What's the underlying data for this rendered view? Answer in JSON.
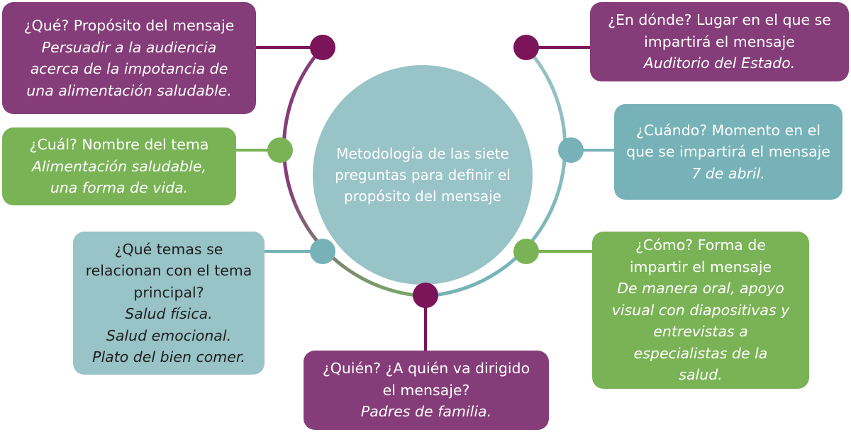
{
  "colors": {
    "purple": "#853d79",
    "dark_purple": "#7b1458",
    "green": "#7ab356",
    "teal": "#76b2b7",
    "light_teal": "#98c3c7",
    "center": "#98c3c7"
  },
  "center": {
    "lines": [
      "Metodología de las siete",
      "preguntas para definir el",
      "propósito del mensaje"
    ]
  },
  "boxes": {
    "que": {
      "lines": [
        "¿Qué? Propósito del mensaje"
      ],
      "italic": [
        "Persuadir a la audiencia",
        "acerca de la impotancia de",
        "una alimentación saludable."
      ]
    },
    "cual": {
      "lines": [
        "¿Cuál? Nombre del tema"
      ],
      "italic": [
        "Alimentación saludable,",
        "una forma de vida."
      ]
    },
    "temas": {
      "lines": [
        "¿Qué temas se",
        "relacionan con el tema",
        "principal?"
      ],
      "italic": [
        "Salud física.",
        "Salud emocional.",
        "Plato del bien comer."
      ]
    },
    "quien": {
      "lines": [
        "¿Quién? ¿A quién va dirigido",
        "el mensaje?"
      ],
      "italic": [
        "Padres de familia."
      ]
    },
    "donde": {
      "lines": [
        "¿En dónde? Lugar en el que se",
        "impartirá el mensaje"
      ],
      "italic": [
        "Auditorio del Estado."
      ]
    },
    "cuando": {
      "lines": [
        "¿Cuándo? Momento en el",
        "que se impartirá el mensaje"
      ],
      "italic": [
        "7 de abril."
      ]
    },
    "como": {
      "lines": [
        "¿Cómo? Forma de",
        "impartir el mensaje"
      ],
      "italic": [
        "De manera oral, apoyo",
        "visual con diapositivas y",
        "entrevistas a",
        "especialistas de la",
        "salud."
      ]
    }
  }
}
